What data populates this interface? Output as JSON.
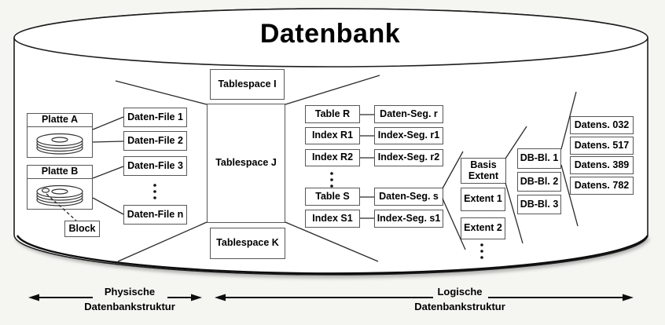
{
  "title": "Datenbank",
  "colors": {
    "background": "#f5f5f2",
    "canvas": "#ffffff",
    "line": "#2a2a2a",
    "box_border": "#575757",
    "text": "#000000"
  },
  "physical": {
    "disks": [
      {
        "label": "Platte A",
        "icon": "disk-platter-icon"
      },
      {
        "label": "Platte B",
        "icon": "disk-platter-icon"
      }
    ],
    "block": "Block",
    "data_files": [
      "Daten-File 1",
      "Daten-File 2",
      "Daten-File 3",
      "Daten-File n"
    ]
  },
  "tablespaces": [
    "Tablespace I",
    "Tablespace J",
    "Tablespace K"
  ],
  "logical": {
    "tables": [
      "Table R",
      "Index R1",
      "Index R2",
      "Table S",
      "Index S1"
    ],
    "segments": [
      "Daten-Seg. r",
      "Index-Seg. r1",
      "Index-Seg. r2",
      "Daten-Seg. s",
      "Index-Seg. s1"
    ],
    "extents": {
      "head_line1": "Basis",
      "head_line2": "Extent",
      "items": [
        "Extent 1",
        "Extent 2"
      ]
    },
    "db_blocks": [
      "DB-Bl. 1",
      "DB-Bl. 2",
      "DB-Bl. 3"
    ],
    "records": [
      "Datens. 032",
      "Datens. 517",
      "Datens. 389",
      "Datens. 782"
    ]
  },
  "legend": {
    "physical_line1": "Physische",
    "physical_line2": "Datenbankstruktur",
    "logical_line1": "Logische",
    "logical_line2": "Datenbankstruktur"
  }
}
